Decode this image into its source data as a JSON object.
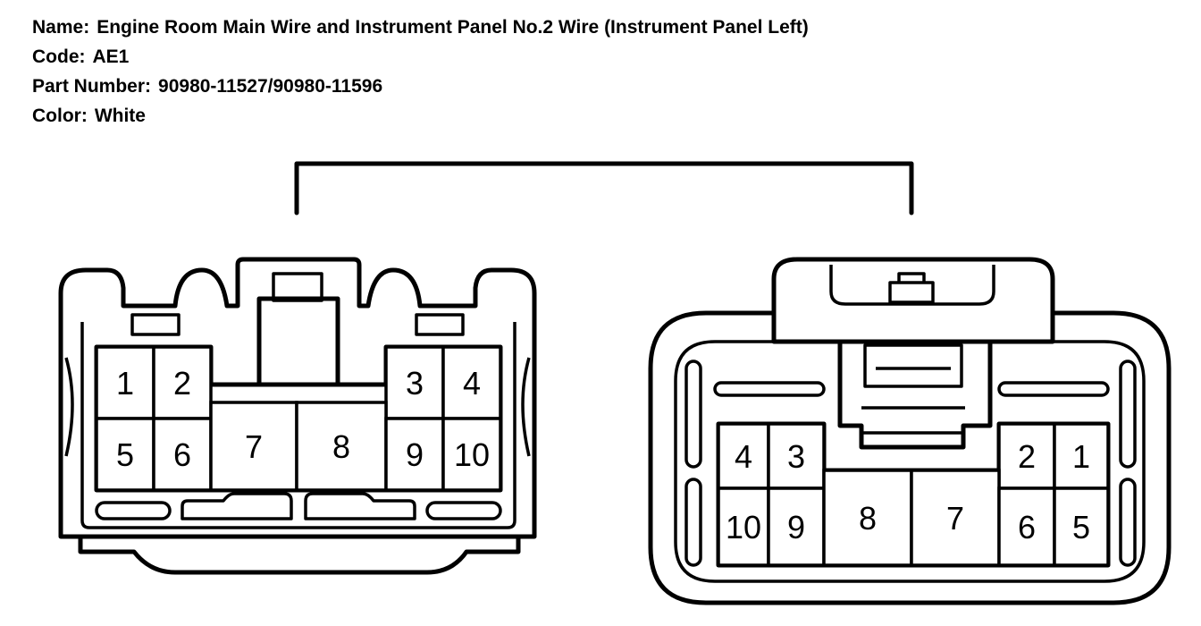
{
  "header": {
    "name_label": "Name:",
    "name_value": "Engine Room Main Wire and Instrument Panel No.2 Wire (Instrument Panel Left)",
    "code_label": "Code:",
    "code_value": "AE1",
    "part_label": "Part Number:",
    "part_value": "90980-11527/90980-11596",
    "color_label": "Color:",
    "color_value": "White"
  },
  "left_connector": {
    "pins": [
      "1",
      "2",
      "3",
      "4",
      "5",
      "6",
      "7",
      "8",
      "9",
      "10"
    ]
  },
  "right_connector": {
    "pins": [
      "4",
      "3",
      "2",
      "1",
      "10",
      "9",
      "8",
      "7",
      "6",
      "5"
    ]
  },
  "colors": {
    "ink": "#000000",
    "background": "#ffffff"
  }
}
